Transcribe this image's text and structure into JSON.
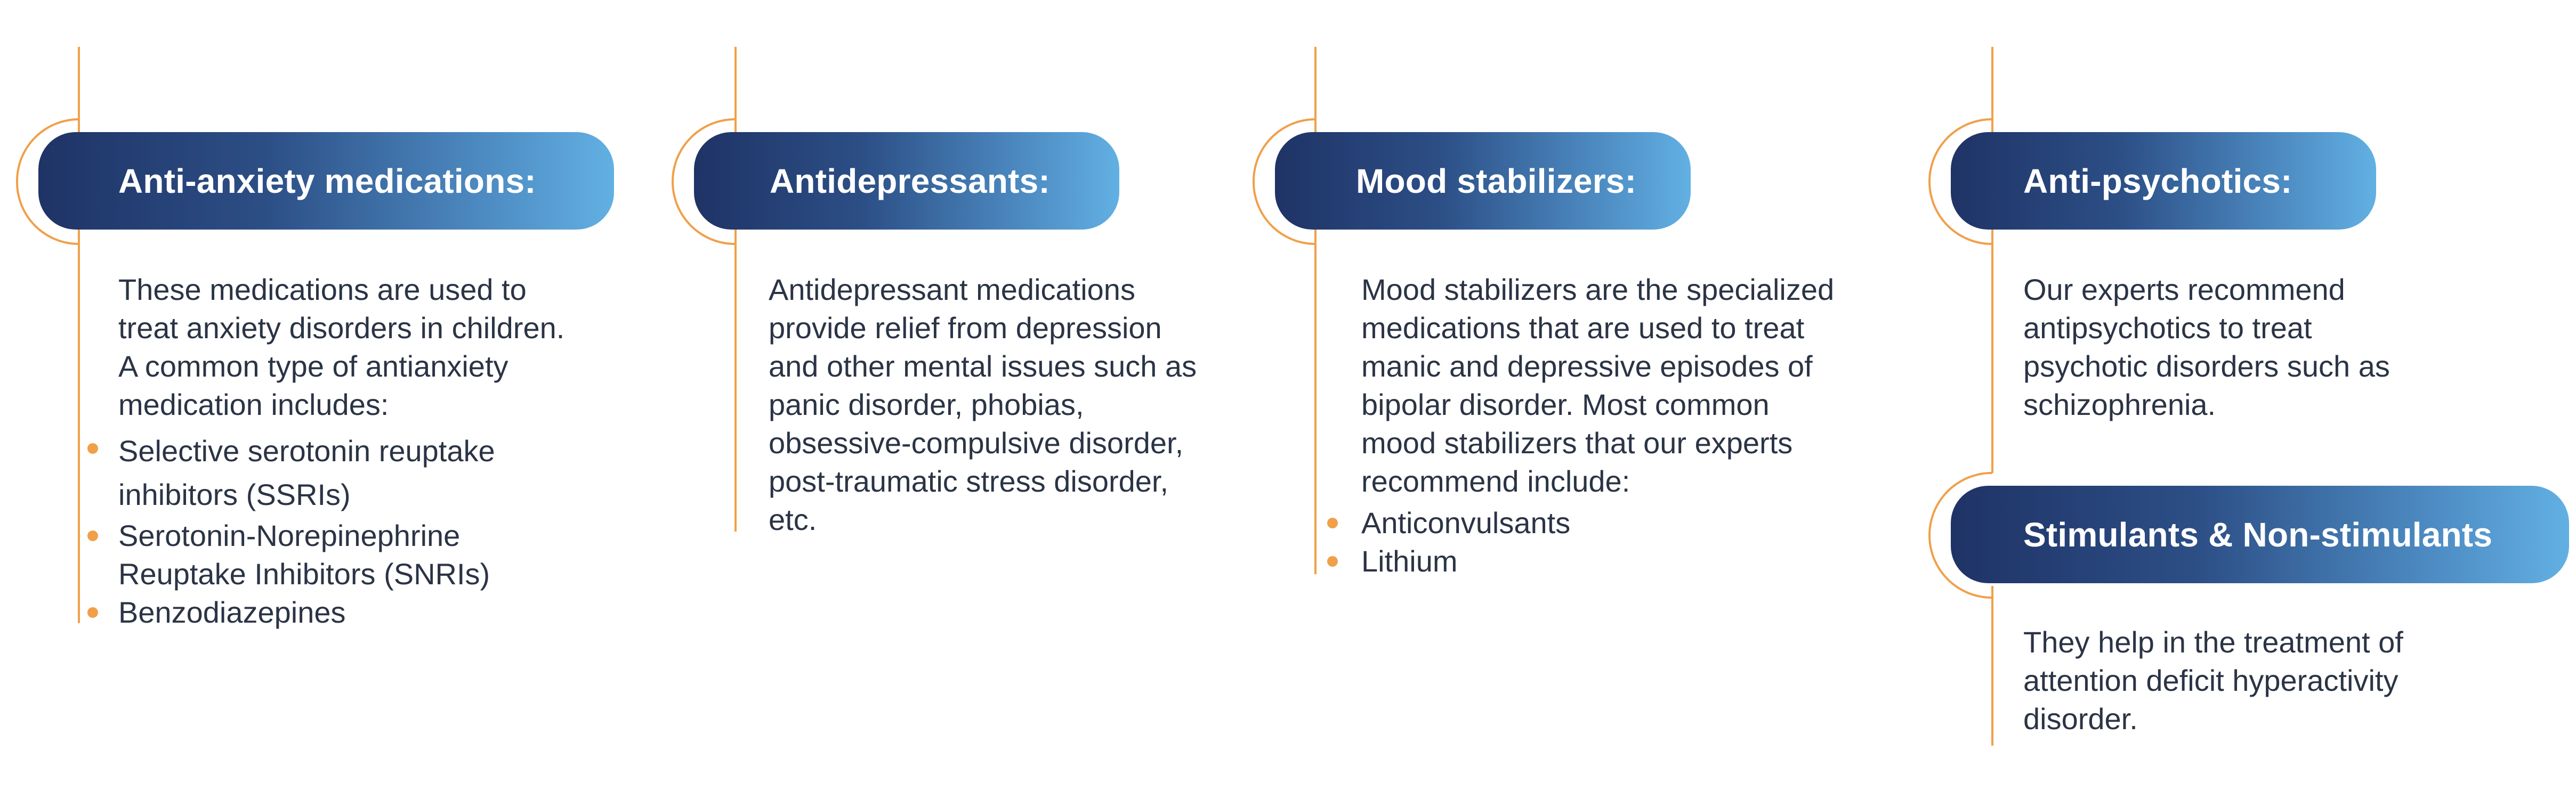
{
  "colors": {
    "accent_line": "#f0a04a",
    "pill_gradient_start": "#1f3366",
    "pill_gradient_end": "#62b0e3",
    "text": "#2b3445",
    "pill_text": "#ffffff"
  },
  "sections": {
    "anti_anxiety": {
      "title": "Anti-anxiety medications:",
      "lines": [
        "These medications are used to",
        "treat anxiety disorders in children.",
        "A common type of antianxiety",
        "medication includes:"
      ],
      "bullets": [
        {
          "lines": [
            "Selective serotonin reuptake",
            "inhibitors (SSRIs)"
          ]
        },
        {
          "lines": [
            "Serotonin-Norepinephrine",
            "Reuptake Inhibitors (SNRIs)"
          ]
        },
        {
          "lines": [
            "Benzodiazepines"
          ]
        }
      ]
    },
    "antidepressants": {
      "title": "Antidepressants:",
      "lines": [
        "Antidepressant medications",
        "provide relief from depression",
        "and other mental issues such as",
        "panic disorder, phobias,",
        "obsessive-compulsive disorder,",
        "post-traumatic stress disorder,",
        "etc."
      ]
    },
    "mood_stabilizers": {
      "title": "Mood stabilizers:",
      "lines": [
        "Mood stabilizers are the specialized",
        "medications that are used to treat",
        "manic and depressive episodes of",
        "bipolar disorder. Most common",
        "mood stabilizers that our experts",
        "recommend include:"
      ],
      "bullets": [
        {
          "lines": [
            "Anticonvulsants"
          ]
        },
        {
          "lines": [
            "Lithium"
          ]
        }
      ]
    },
    "anti_psychotics": {
      "title": "Anti-psychotics:",
      "lines": [
        "Our experts recommend",
        "antipsychotics to treat",
        "psychotic disorders such as",
        "schizophrenia."
      ]
    },
    "stimulants": {
      "title": "Stimulants & Non-stimulants",
      "lines": [
        "They help in the treatment of",
        "attention deficit hyperactivity",
        "disorder."
      ]
    }
  }
}
